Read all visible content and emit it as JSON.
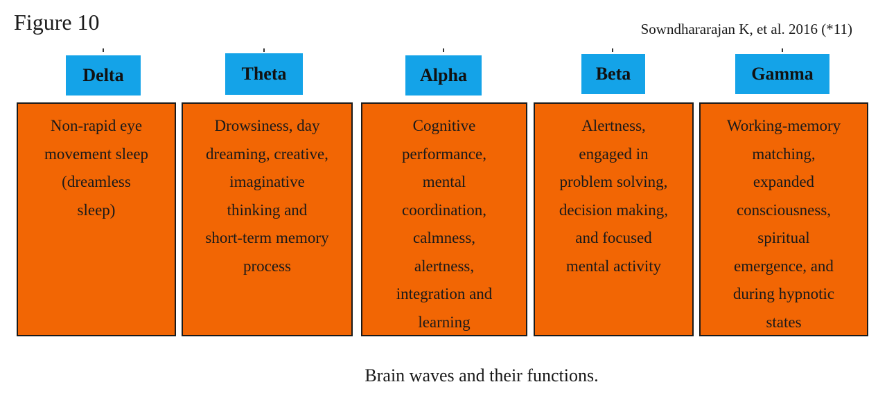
{
  "figure_label": "Figure 10",
  "citation": "Sowndhararajan K, et al. 2016 (*11)",
  "caption": "Brain waves and their functions.",
  "waves": [
    {
      "name": "Delta",
      "functions": [
        "Non-rapid eye",
        "movement sleep",
        "(dreamless",
        "sleep)"
      ]
    },
    {
      "name": "Theta",
      "functions": [
        "Drowsiness, day",
        "dreaming, creative,",
        "imaginative",
        "thinking and",
        "short-term memory",
        "process"
      ]
    },
    {
      "name": "Alpha",
      "functions": [
        "Cognitive",
        "performance,",
        "mental",
        "coordination,",
        "calmness,",
        "alertness,",
        "integration and",
        "learning"
      ]
    },
    {
      "name": "Beta",
      "functions": [
        "Alertness,",
        "engaged in",
        "problem solving,",
        "decision making,",
        "and focused",
        "mental activity"
      ]
    },
    {
      "name": "Gamma",
      "functions": [
        "Working-memory",
        "matching,",
        "expanded",
        "consciousness,",
        "spiritual",
        "emergence, and",
        "during hypnotic",
        "states"
      ]
    }
  ],
  "colors": {
    "header_bg": "#14a3e8",
    "box_bg": "#f26604",
    "border": "#1a1a1a"
  }
}
